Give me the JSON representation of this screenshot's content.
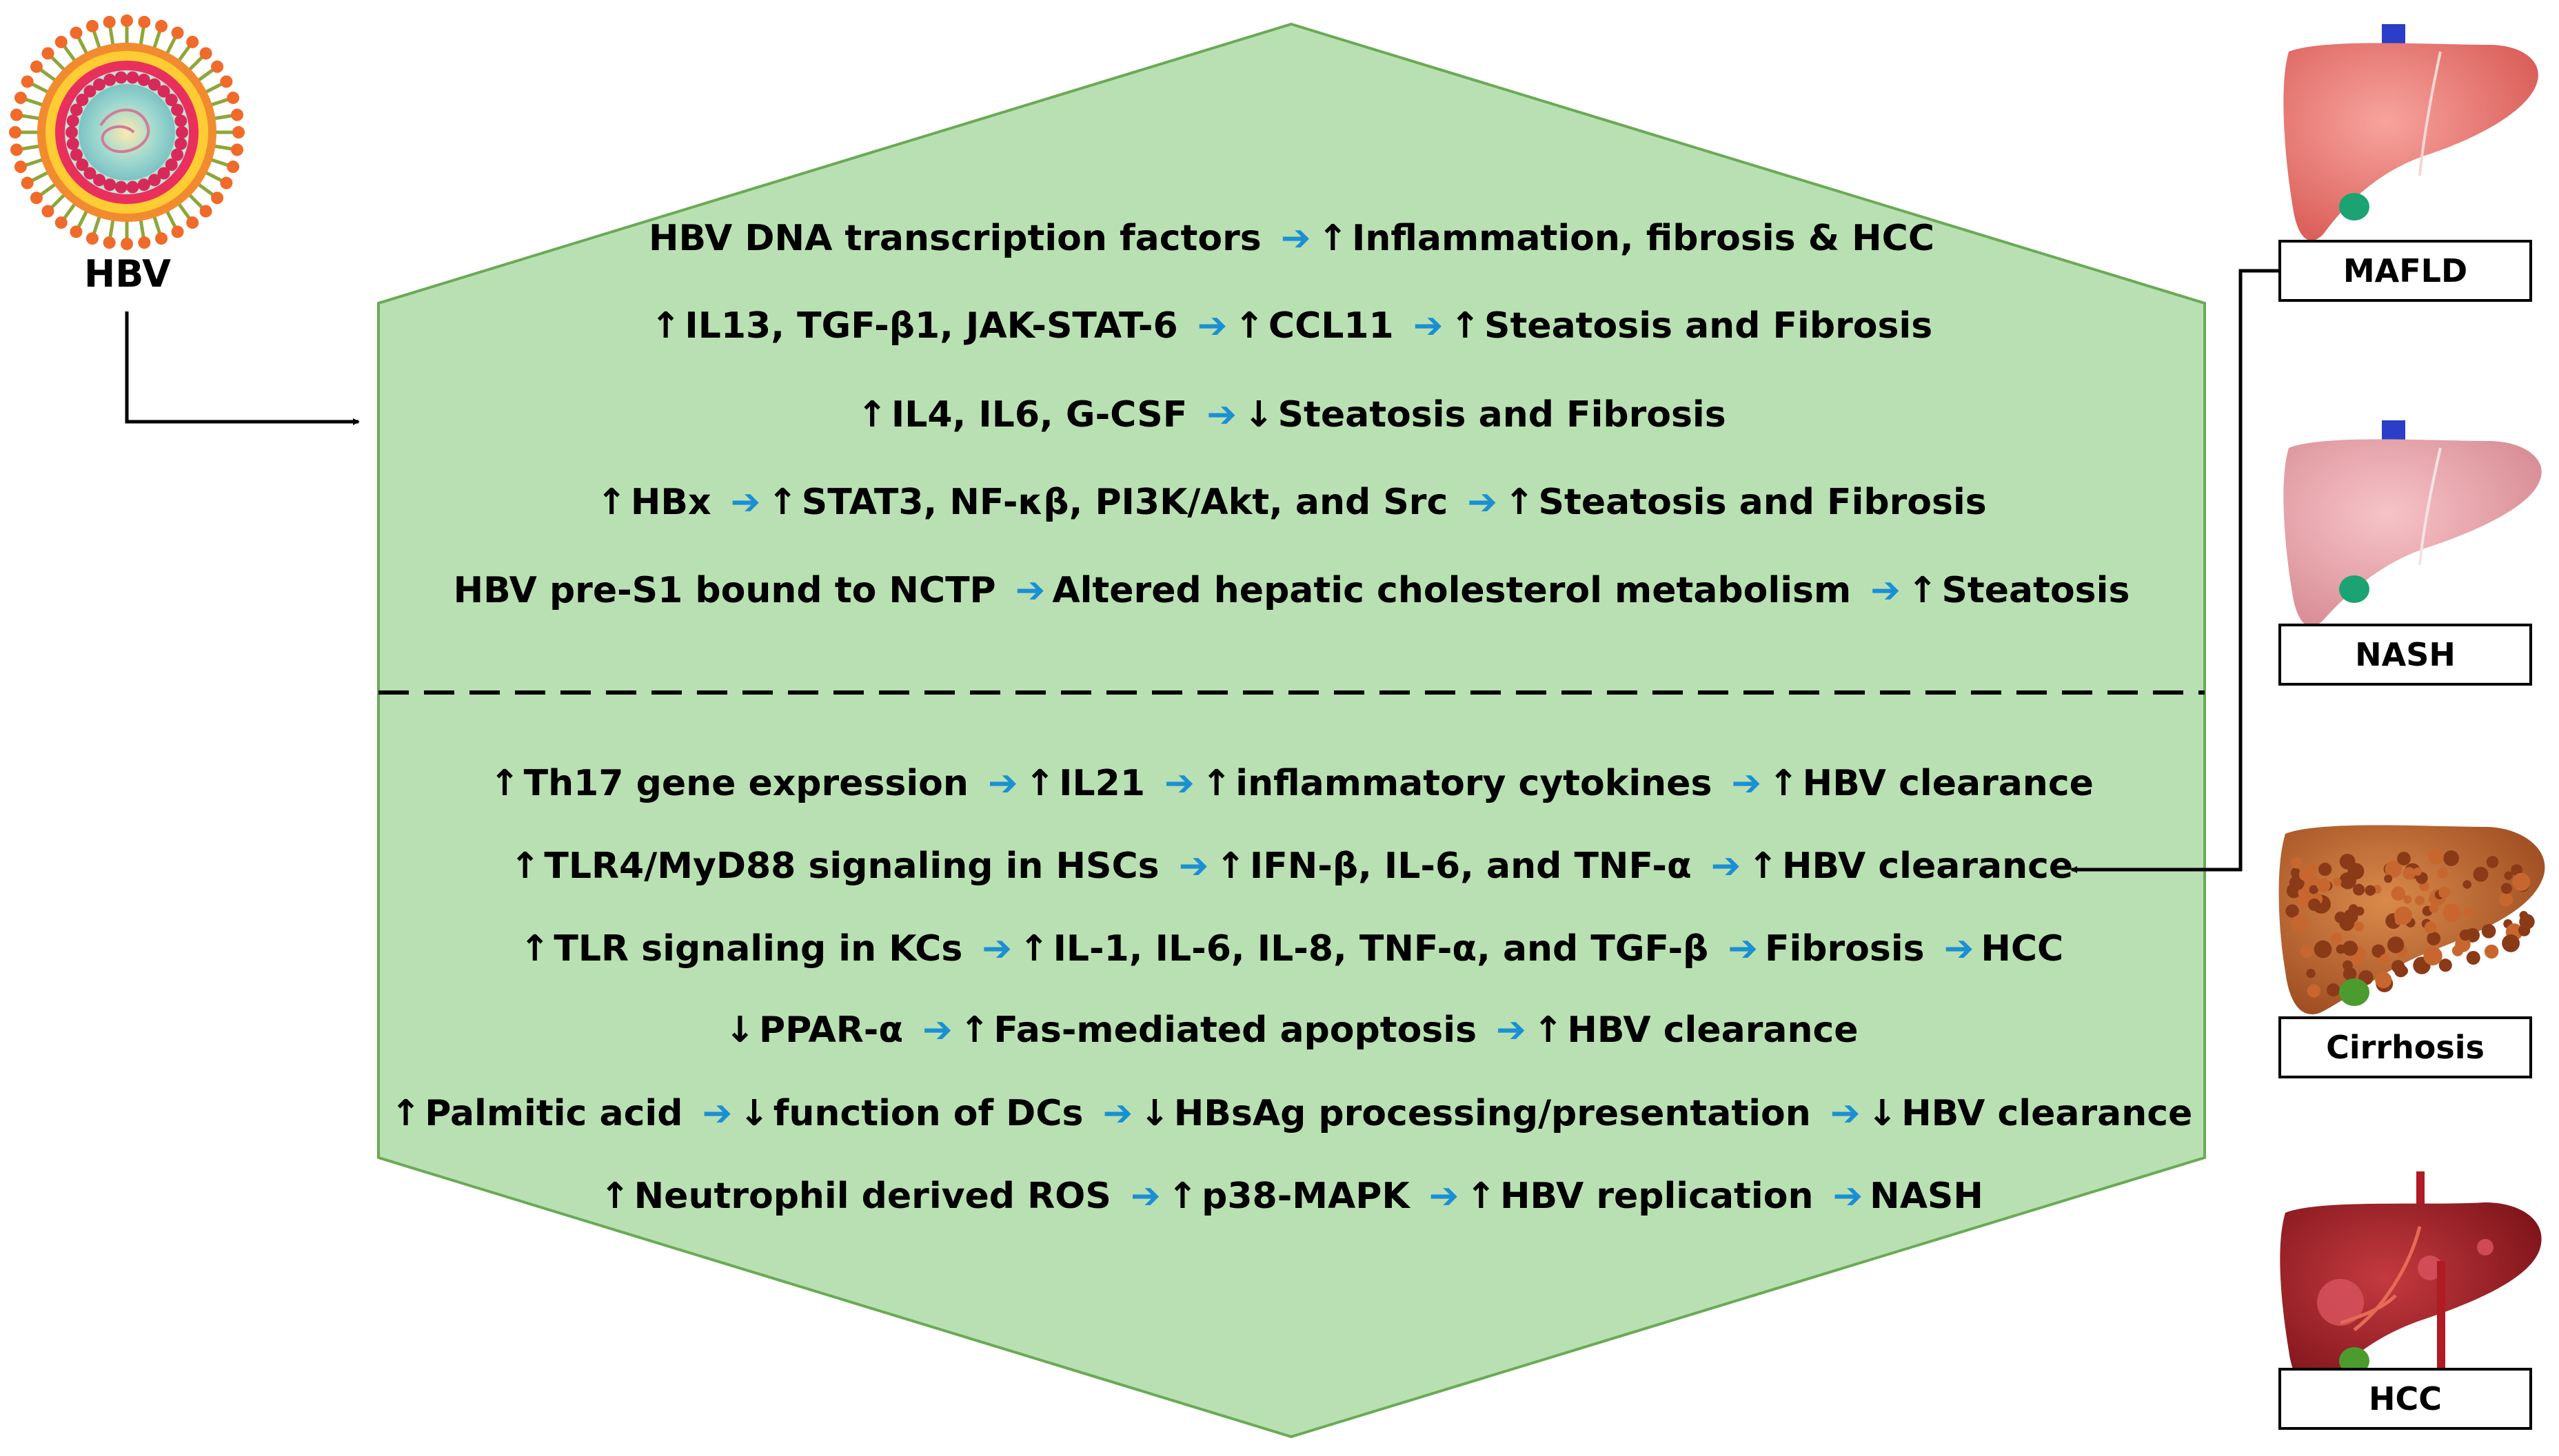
{
  "virus_label": "HBV",
  "upper_section": [
    {
      "parts": [
        {
          "t": "HBV DNA transcription factors"
        },
        {
          "a": "blue"
        },
        {
          "a": "up"
        },
        {
          "t": "Inflammation, fibrosis & HCC"
        }
      ]
    },
    {
      "parts": [
        {
          "a": "up"
        },
        {
          "t": "IL13, TGF-β1, JAK-STAT-6"
        },
        {
          "a": "blue"
        },
        {
          "a": "up"
        },
        {
          "t": "CCL11"
        },
        {
          "a": "blue"
        },
        {
          "a": "up"
        },
        {
          "t": "Steatosis and Fibrosis"
        }
      ]
    },
    {
      "parts": [
        {
          "a": "up"
        },
        {
          "t": "IL4, IL6, G-CSF"
        },
        {
          "a": "blue"
        },
        {
          "a": "down"
        },
        {
          "t": "Steatosis and Fibrosis"
        }
      ]
    },
    {
      "parts": [
        {
          "a": "up"
        },
        {
          "t": "HBx"
        },
        {
          "a": "blue"
        },
        {
          "a": "up"
        },
        {
          "t": "STAT3, NF-κβ, PI3K/Akt, and Src"
        },
        {
          "a": "blue"
        },
        {
          "a": "up"
        },
        {
          "t": "Steatosis and Fibrosis"
        }
      ]
    },
    {
      "parts": [
        {
          "t": "HBV pre-S1 bound to NCTP"
        },
        {
          "a": "blue"
        },
        {
          "t": "Altered hepatic cholesterol metabolism"
        },
        {
          "a": "blue"
        },
        {
          "a": "up"
        },
        {
          "t": "Steatosis"
        }
      ]
    }
  ],
  "lower_section": [
    {
      "parts": [
        {
          "a": "up"
        },
        {
          "t": "Th17 gene expression"
        },
        {
          "a": "blue"
        },
        {
          "a": "up"
        },
        {
          "t": "IL21"
        },
        {
          "a": "blue"
        },
        {
          "a": "up"
        },
        {
          "t": "inflammatory cytokines"
        },
        {
          "a": "blue"
        },
        {
          "a": "up"
        },
        {
          "t": "HBV clearance"
        }
      ]
    },
    {
      "parts": [
        {
          "a": "up"
        },
        {
          "t": "TLR4/MyD88 signaling in HSCs"
        },
        {
          "a": "blue"
        },
        {
          "a": "up"
        },
        {
          "t": "IFN-β, IL-6, and TNF-α"
        },
        {
          "a": "blue"
        },
        {
          "a": "up"
        },
        {
          "t": "HBV clearance"
        }
      ]
    },
    {
      "parts": [
        {
          "a": "up"
        },
        {
          "t": "TLR signaling in KCs"
        },
        {
          "a": "blue"
        },
        {
          "a": "up"
        },
        {
          "t": "IL-1, IL-6, IL-8, TNF-α, and TGF-β"
        },
        {
          "a": "blue"
        },
        {
          "t": "Fibrosis"
        },
        {
          "a": "blue"
        },
        {
          "t": "HCC"
        }
      ]
    },
    {
      "parts": [
        {
          "a": "down"
        },
        {
          "t": "PPAR-α"
        },
        {
          "a": "blue"
        },
        {
          "a": "up"
        },
        {
          "t": "Fas-mediated apoptosis"
        },
        {
          "a": "blue"
        },
        {
          "a": "up"
        },
        {
          "t": "HBV clearance"
        }
      ]
    },
    {
      "parts": [
        {
          "a": "up"
        },
        {
          "t": "Palmitic acid"
        },
        {
          "a": "blue"
        },
        {
          "a": "down"
        },
        {
          "t": "function of DCs"
        },
        {
          "a": "blue"
        },
        {
          "a": "down"
        },
        {
          "t": "HBsAg processing/presentation"
        },
        {
          "a": "blue"
        },
        {
          "a": "down"
        },
        {
          "t": "HBV clearance"
        }
      ]
    },
    {
      "parts": [
        {
          "a": "up"
        },
        {
          "t": "Neutrophil derived ROS"
        },
        {
          "a": "blue"
        },
        {
          "a": "up"
        },
        {
          "t": "p38-MAPK"
        },
        {
          "a": "blue"
        },
        {
          "a": "up"
        },
        {
          "t": "HBV replication"
        },
        {
          "a": "blue"
        },
        {
          "t": "NASH"
        }
      ]
    }
  ],
  "stages": [
    {
      "label": "MAFLD",
      "style": "mafld"
    },
    {
      "label": "NASH",
      "style": "nash"
    },
    {
      "label": "Cirrhosis",
      "style": "cirrhosis"
    },
    {
      "label": "HCC",
      "style": "hcc"
    }
  ],
  "glyphs": {
    "blue": "➔",
    "up": "↑",
    "down": "↓"
  },
  "colors": {
    "panel_fill": "#b9e0b2",
    "panel_stroke": "#6aaa55",
    "arrow_blue": "#1b8fd4"
  }
}
